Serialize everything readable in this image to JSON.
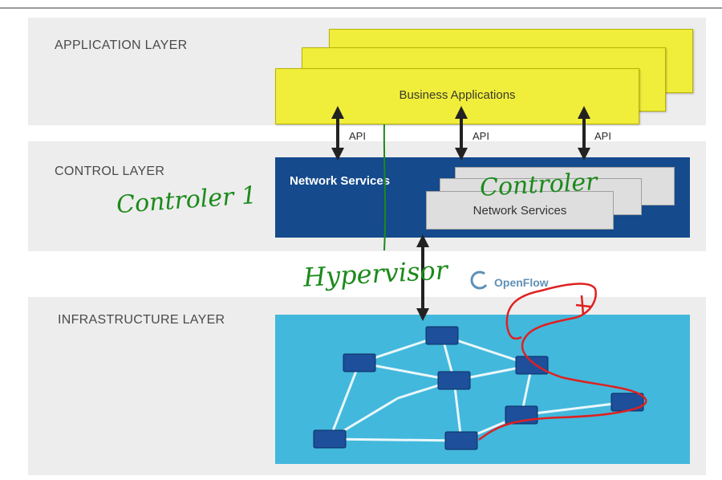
{
  "layers": {
    "application": "APPLICATION LAYER",
    "control": "CONTROL LAYER",
    "infrastructure": "INFRASTRUCTURE LAYER"
  },
  "business_applications": "Business Applications",
  "api_label": "API",
  "network_services": "Network Services",
  "openflow": "OpenFlow",
  "annotations": {
    "controller_1": "Controler 1",
    "controller_2": "Controler",
    "hypervisor": "Hypervisor"
  },
  "colors": {
    "band": "#ededed",
    "yellow": "#f0ee3a",
    "control_blue": "#154a8c",
    "infra_blue": "#42b8dc",
    "ink_green": "#1b8a1b",
    "ink_red": "#e02020"
  }
}
